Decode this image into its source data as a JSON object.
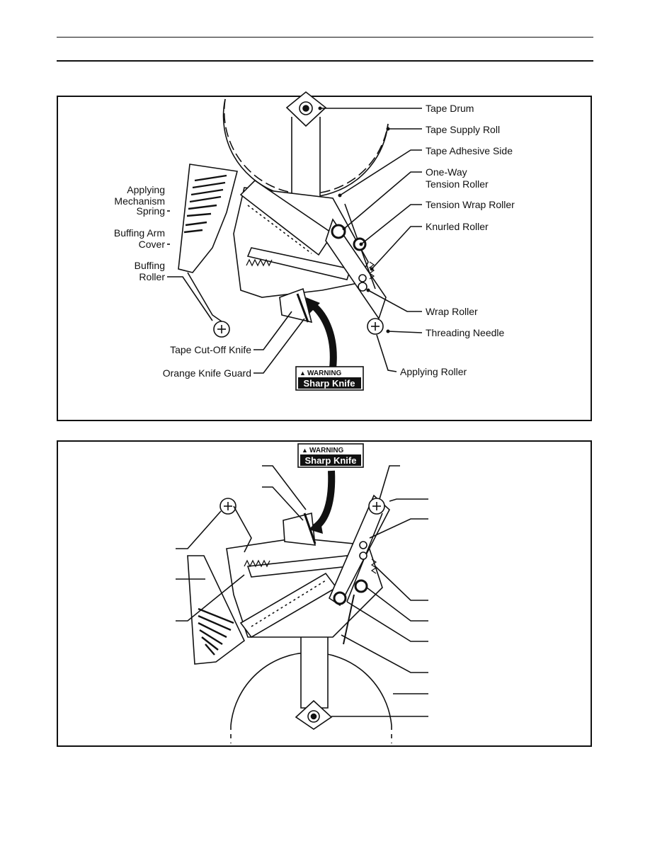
{
  "figure_top": {
    "labels_right": {
      "tape_drum": "Tape Drum",
      "tape_supply_roll": "Tape Supply Roll",
      "tape_adhesive_side": "Tape Adhesive Side",
      "one_way_line1": "One-Way",
      "one_way_line2": "Tension Roller",
      "tension_wrap_roller": "Tension Wrap Roller",
      "knurled_roller": "Knurled Roller",
      "wrap_roller": "Wrap Roller",
      "threading_needle": "Threading Needle",
      "applying_roller": "Applying Roller"
    },
    "labels_left": {
      "applying_line1": "Applying",
      "applying_line2": "Mechanism",
      "applying_line3": "Spring",
      "buffing_arm_line1": "Buffing Arm",
      "buffing_arm_line2": "Cover",
      "buffing_roller_line1": "Buffing",
      "buffing_roller_line2": "Roller",
      "tape_cutoff_knife": "Tape Cut-Off Knife",
      "orange_knife_guard": "Orange Knife Guard"
    }
  },
  "warning_label": {
    "symbol": "▲",
    "header": "WARNING",
    "text": "Sharp Knife"
  }
}
